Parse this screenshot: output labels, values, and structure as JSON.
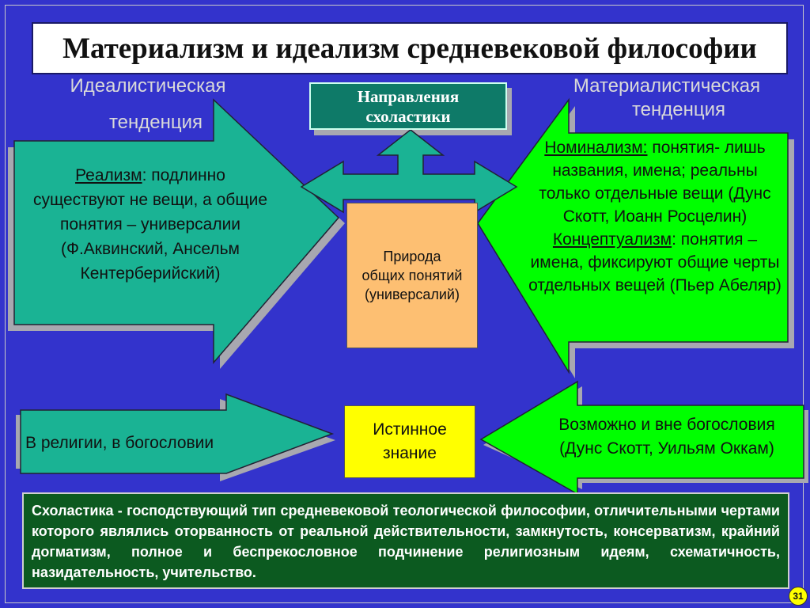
{
  "title": "Материализм и идеализм средневековой философии",
  "idealist_label": [
    "Идеалистическая",
    "тенденция"
  ],
  "materialist_label": [
    "Материалистическая",
    "тенденция"
  ],
  "directions": [
    "Направления",
    "схоластики"
  ],
  "nature": [
    "Природа",
    "общих понятий",
    "(универсалий)"
  ],
  "realism": {
    "term": "Реализм",
    "text": ": подлинно существуют не вещи, а общие понятия – универсалии (Ф.Аквинский, Ансельм Кентерберийский)"
  },
  "nominalism": {
    "term": "Номинализм:",
    "text": " понятия- лишь названия, имена; реальны только отдельные вещи (Дунс Скотт, Иоанн Росцелин)"
  },
  "conceptualism": {
    "term": "Концептуализм",
    "text": ": понятия – имена, фиксируют общие черты отдельных вещей (Пьер Абеляр)"
  },
  "religion": "В религии, в богословии",
  "true_knowledge": [
    "Истинное",
    "знание"
  ],
  "outside_theology": [
    "Возможно и вне богословия",
    "(Дунс Скотт, Уильям Оккам)"
  ],
  "definition": "Схоластика - господствующий тип средневековой теологической философии, отличительными чертами которого являлись оторванность от реальной действительности, замкнутость, консерватизм, крайний догматизм, полное и беспрекословное подчинение религиозным идеям, схематичность, назидательность, учительство.",
  "page_number": "31",
  "colors": {
    "background": "#3333cc",
    "teal_arrow": "#1ab394",
    "green_arrow": "#00ff00",
    "directions_box": "#0e7a68",
    "nature_box": "#fdbf72",
    "truth_box": "#ffff00",
    "definition_box": "#0c5a20"
  }
}
